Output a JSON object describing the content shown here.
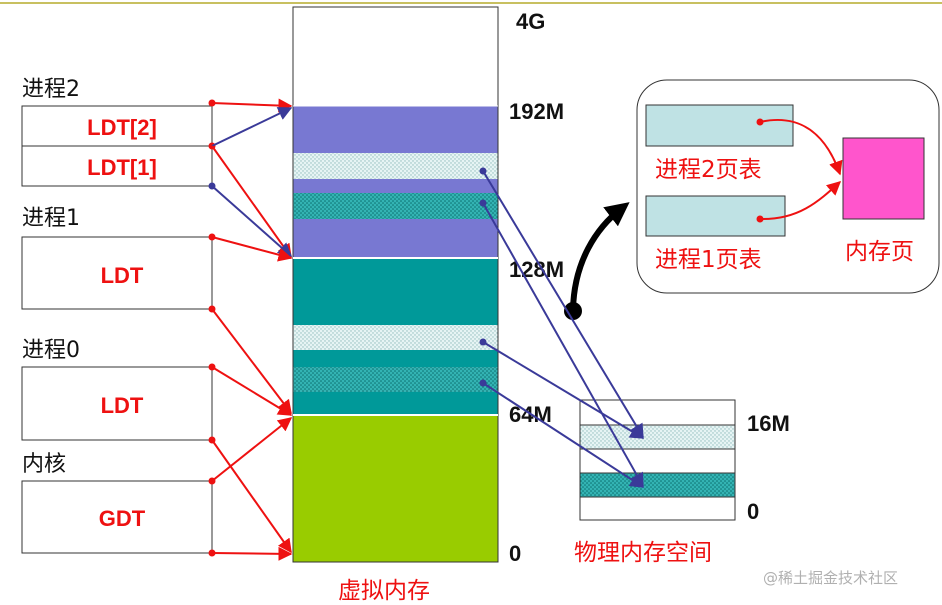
{
  "labels": {
    "process2": "进程2",
    "process1": "进程1",
    "process0": "进程0",
    "kernel": "内核"
  },
  "tables": {
    "ldt2": "LDT[2]",
    "ldt1": "LDT[1]",
    "ldt_process1": "LDT",
    "ldt_process0": "LDT",
    "gdt": "GDT"
  },
  "virtual_memory": {
    "title": "虚拟内存",
    "marks": {
      "m4g": "4G",
      "m192": "192M",
      "m128": "128M",
      "m64": "64M",
      "m0": "0"
    }
  },
  "physical_memory": {
    "title": "物理内存空间",
    "marks": {
      "m16": "16M",
      "m0": "0"
    }
  },
  "paging": {
    "page_table_2": "进程2页表",
    "page_table_1": "进程1页表",
    "memory_page": "内存页"
  },
  "watermark": "@稀土掘金技术社区",
  "colors": {
    "purple_segment": "#7878d2",
    "teal_segment": "#009999",
    "kernel_segment": "#99cc00",
    "page_table": "#bfe2e4",
    "memory_page": "#ff55cc",
    "arrow_red": "#ee1111",
    "arrow_blue": "#3a3a99"
  }
}
